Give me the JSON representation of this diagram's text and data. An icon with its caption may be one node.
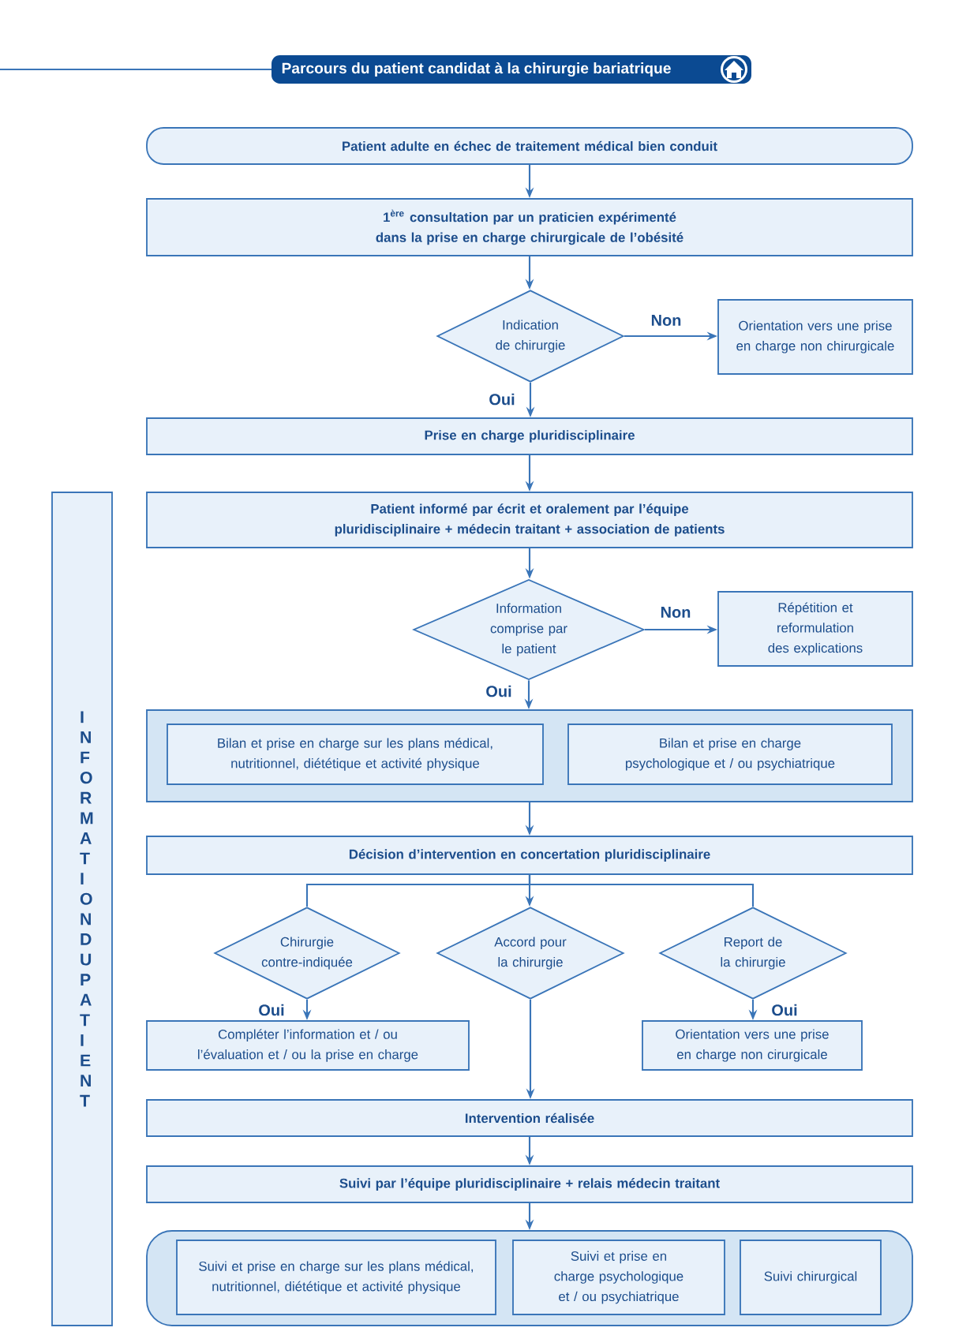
{
  "diagram": {
    "title": "Parcours du patient candidat à la chirurgie bariatrique",
    "nodes": [
      {
        "text": [
          "Patient adulte en échec de traitement médical bien conduit"
        ]
      },
      {
        "text": [
          "1$^{ère}$ consultation par un praticien expérimenté dans la prise en charge chirurgicale de l’obésité"
        ]
      },
      {
        "text": [
          "Indication de chirurgie"
        ]
      },
      {
        "text": [
          "Orientation vers une prise en charge non chirurgicale"
        ]
      },
      {
        "text": [
          "Prise en charge pluridisciplinaire"
        ]
      },
      {
        "text": [
          "INFORMATION DU PATIENT"
        ]
      },
      {
        "text": [
          "Patient informé par écrit et oralement par l’équipe pluridisciplinaire + médecin traitant + association de patients"
        ]
      },
      {
        "text": [
          "Information comprise par le patient"
        ]
      },
      {
        "text": [
          "Répétition et reformulation des explications"
        ]
      },
      {
        "text": [],
        "shape": "box"
      },
      {
        "text": [
          "Bilan et prise en charge sur les plans médical, nutritionnel, diététique et activité physique"
        ],
        "in": 9
      },
      {
        "text": [
          "Bilan et prise en charge psychologique et / ou psychiatrique"
        ],
        "in": 9
      },
      {
        "text": [
          "Décision d’intervention en concertation pluridisciplinaire"
        ]
      },
      {
        "text": [
          "Chirurgie contre-indiquée"
        ]
      },
      {
        "text": [
          "Accord pour la chirurgie"
        ]
      },
      {
        "text": [
          "Report de la chirurgie"
        ]
      },
      {
        "text": [
          "Compléter l’information et / ou l’évaluation et / ou la prise en charge"
        ]
      },
      {
        "text": [
          "Orientation vers une prise en charge non cirurgicale"
        ]
      },
      {
        "text": [
          "Intervention réalisée"
        ]
      },
      {
        "text": [
          "Suivi par l’équipe pluridisciplinaire + relais médecin traitant"
        ]
      },
      {
        "text": [],
        "shape": "box"
      },
      {
        "text": [
          "Suivi et prise en charge sur les plans médical, nutritionnel, diététique et activité physique"
        ],
        "in": 20
      },
      {
        "text": [
          "Suivi et prise en charge psychologique et / ou psychiatrique"
        ],
        "in": 20
      },
      {
        "text": [
          "Suivi chirurgical"
        ],
        "in": 20
      }
    ],
    "edges": [
      {
        "from": 0,
        "to": 1,
        "arrow": "to"
      },
      {
        "from": 1,
        "to": 2,
        "arrow": "to"
      },
      {
        "from": 2,
        "to": 3,
        "arrow": "to",
        "label": "Non"
      },
      {
        "from": 2,
        "to": 4,
        "arrow": "to",
        "label": "Oui"
      },
      {
        "from": 4,
        "to": 6,
        "arrow": "to"
      },
      {
        "from": 6,
        "to": 7,
        "arrow": "to"
      },
      {
        "from": 7,
        "to": 8,
        "arrow": "to",
        "label": "Non"
      },
      {
        "from": 7,
        "to": 9,
        "arrow": "to",
        "label": "Oui"
      },
      {
        "from": 9,
        "to": 12,
        "arrow": "to"
      },
      {
        "from": 12,
        "to": 13,
        "arrow": "none"
      },
      {
        "from": 12,
        "to": 14,
        "arrow": "to"
      },
      {
        "from": 12,
        "to": 15,
        "arrow": "none"
      },
      {
        "from": 13,
        "to": 16,
        "arrow": "to",
        "label": "Oui"
      },
      {
        "from": 14,
        "to": 18,
        "arrow": "to"
      },
      {
        "from": 15,
        "to": 17,
        "arrow": "to",
        "label": "Oui"
      },
      {
        "from": 18,
        "to": 19,
        "arrow": "to"
      },
      {
        "from": 19,
        "to": 20,
        "arrow": "to"
      }
    ]
  }
}
